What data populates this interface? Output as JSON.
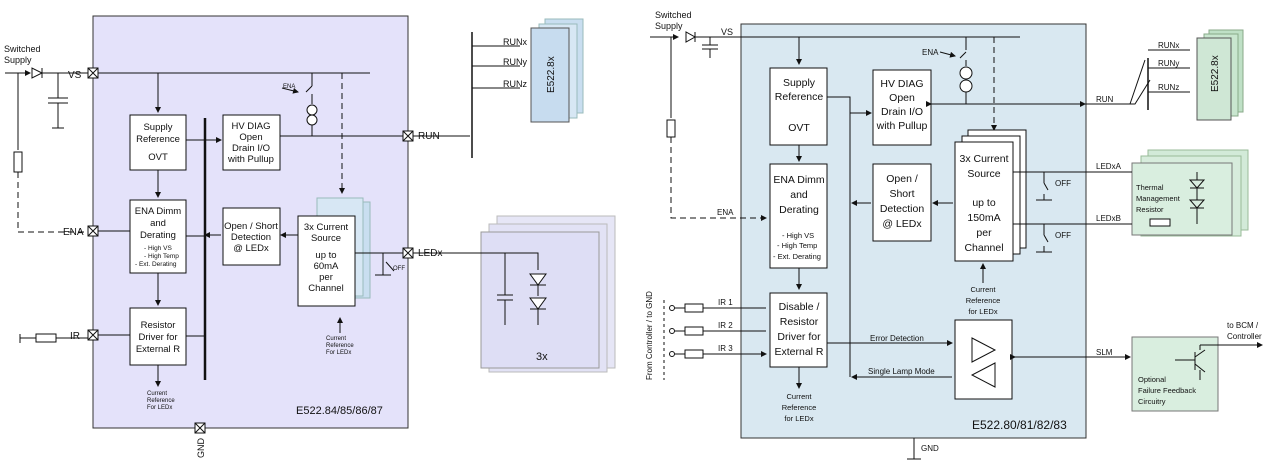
{
  "left": {
    "switched_supply": [
      "Switched",
      "Supply"
    ],
    "pins": {
      "vs": "VS",
      "ena": "ENA",
      "ir": "IR",
      "run": "RUN",
      "ledx": "LEDx",
      "gnd": "GND"
    },
    "supply_ref": [
      "Supply",
      "Reference",
      "OVT"
    ],
    "hv_diag": [
      "HV DIAG",
      "Open",
      "Drain I/O",
      "with Pullup"
    ],
    "ena_dimm": [
      "ENA Dimm",
      "and",
      "Derating"
    ],
    "ena_dimm_list": [
      "- High VS",
      "- High Temp",
      "- Ext. Derating"
    ],
    "open_short": [
      "Open / Short",
      "Detection",
      "@ LEDx"
    ],
    "current_src": [
      "3x Current",
      "Source",
      "up to",
      "60mA",
      "per",
      "Channel"
    ],
    "resistor_drv": [
      "Resistor",
      "Driver for",
      "External R"
    ],
    "cur_ref_label": [
      "Current",
      "Reference",
      "For LEDx"
    ],
    "cur_ref_label2": [
      "Current",
      "Reference",
      "For LEDx"
    ],
    "ena_small": "ENA",
    "off": "OFF",
    "run_lines": [
      "RUNx",
      "RUNy",
      "RUNz"
    ],
    "e5228x": "E522.8x",
    "x3": "3x",
    "part": "E522.84/85/86/87"
  },
  "right": {
    "switched_supply": [
      "Switched",
      "Supply"
    ],
    "vs": "VS",
    "ena": "ENA",
    "ena_int": "ENA",
    "supply_ref": [
      "Supply",
      "Reference",
      "OVT"
    ],
    "hv_diag": [
      "HV DIAG",
      "Open",
      "Drain I/O",
      "with Pullup"
    ],
    "ena_dimm": [
      "ENA Dimm",
      "and",
      "Derating"
    ],
    "ena_dimm_list": [
      "- High VS",
      "- High Temp",
      "- Ext. Derating"
    ],
    "open_short": [
      "Open /",
      "Short",
      "Detection",
      "@ LEDx"
    ],
    "current_src": [
      "3x Current",
      "Source",
      "up to",
      "150mA",
      "per",
      "Channel"
    ],
    "disable": [
      "Disable /",
      "Resistor",
      "Driver for",
      "External R"
    ],
    "cur_ref": [
      "Current",
      "Reference",
      "for LEDx"
    ],
    "cur_ref2": [
      "Current",
      "Reference",
      "for LEDx"
    ],
    "ir": [
      "IR 1",
      "IR 2",
      "IR 3"
    ],
    "from_ctrl": "From Controller / to GND",
    "error_det": "Error Detection",
    "single_lamp": "Single Lamp Mode",
    "run": "RUN",
    "run_lines": [
      "RUNx",
      "RUNy",
      "RUNz"
    ],
    "e5228x": "E522.8x",
    "leda": "LEDxA",
    "ledb": "LEDxB",
    "off": "OFF",
    "thermal": [
      "Thermal",
      "Management",
      "Resistor"
    ],
    "slm": "SLM",
    "to_bcm": [
      "to BCM /",
      "Controller"
    ],
    "optional": [
      "Optional",
      "Failure Feedback",
      "Circuitry"
    ],
    "gnd": "GND",
    "part": "E522.80/81/82/83"
  }
}
